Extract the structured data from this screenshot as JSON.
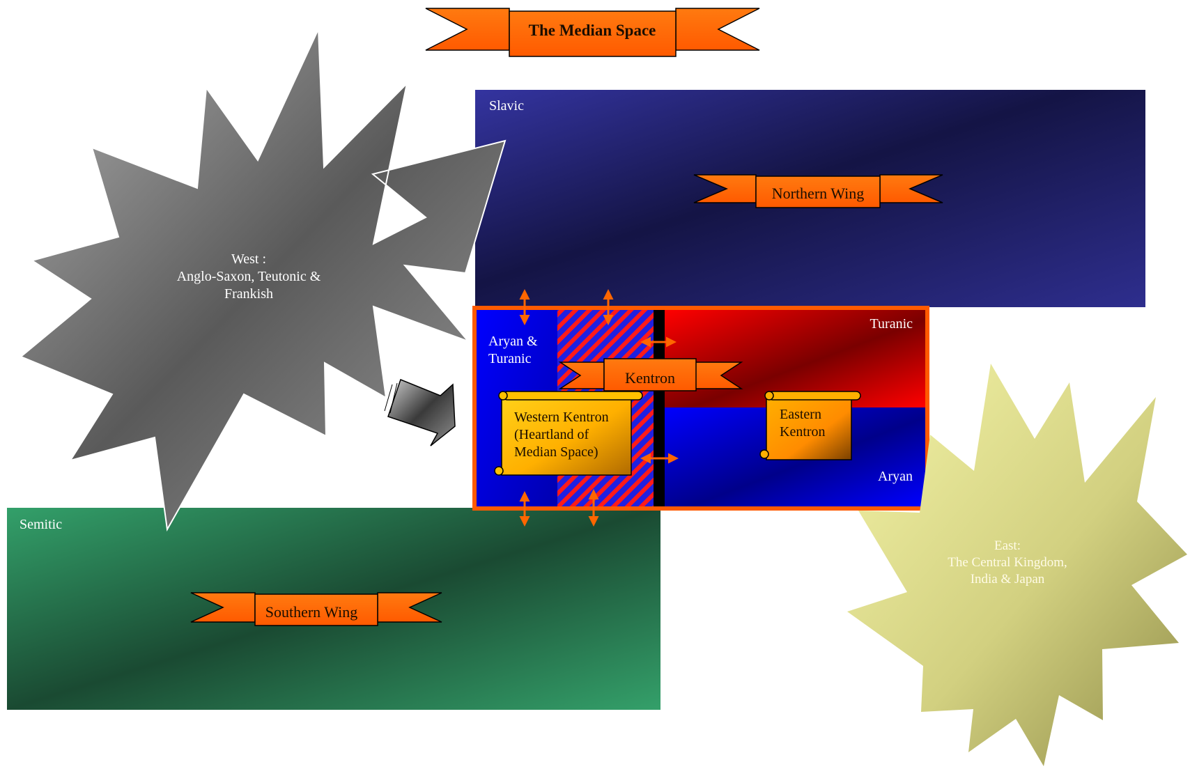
{
  "title": "The Median Space",
  "regions": {
    "slavic": {
      "label": "Slavic",
      "banner": "Northern Wing"
    },
    "semitic": {
      "label": "Semitic",
      "banner": "Southern Wing"
    },
    "west": {
      "line1": "West :",
      "line2": "Anglo-Saxon, Teutonic &",
      "line3": "Frankish"
    },
    "east": {
      "line1": "East:",
      "line2": "The Central Kingdom,",
      "line3": "India & Japan"
    }
  },
  "kentron": {
    "banner": "Kentron",
    "aryan_turanic_1": "Aryan &",
    "aryan_turanic_2": "Turanic",
    "turanic": "Turanic",
    "aryan": "Aryan",
    "western": {
      "line1": "Western Kentron",
      "line2": "(Heartland of",
      "line3": "Median Space)"
    },
    "eastern": {
      "line1": "Eastern",
      "line2": "Kentron"
    }
  },
  "colors": {
    "banner_orange": "#ff6a00",
    "kentron_border": "#ff5a00",
    "arrow_orange": "#ff6600",
    "slavic_blue": "#2b2b8a",
    "semitic_green": "#2e8f5c",
    "turanic_red": "#e60000",
    "aryan_blue": "#0000cc",
    "scroll_gold": "#ffc000",
    "west_gray": "#666666",
    "east_khaki": "#d4d37a"
  }
}
